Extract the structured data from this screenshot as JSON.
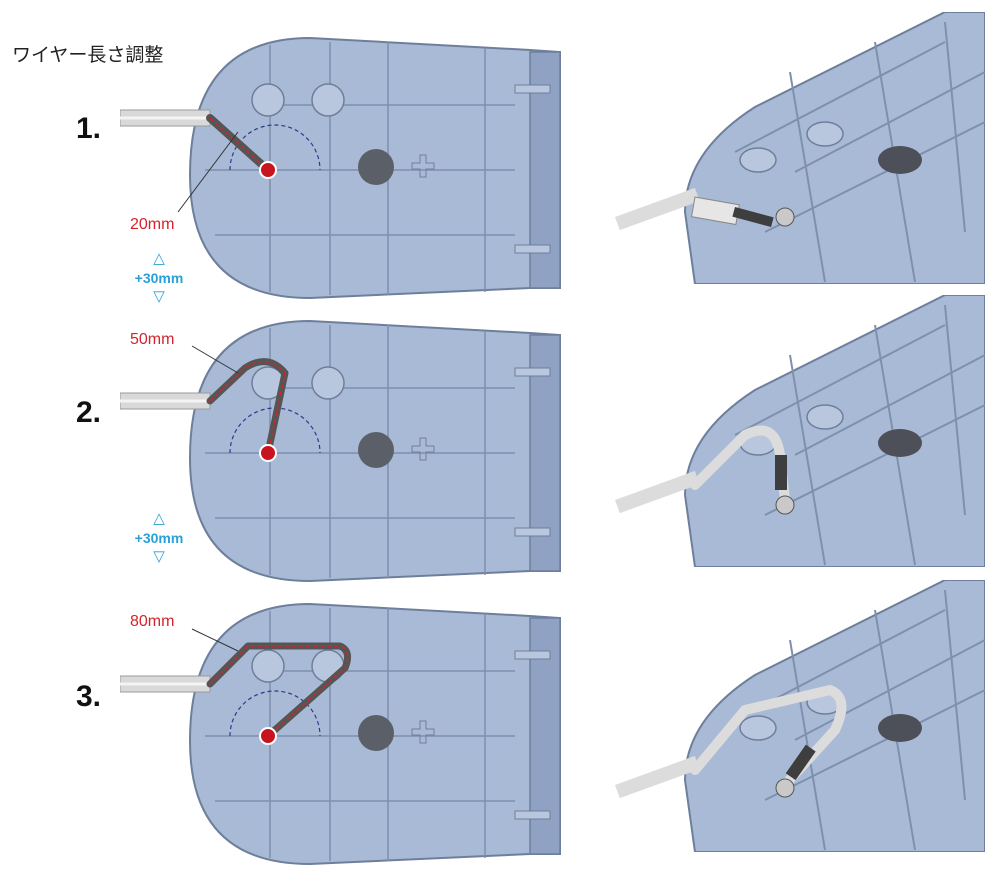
{
  "title": "ワイヤー長さ調整",
  "steps": [
    {
      "number": "1.",
      "length_label": "20mm"
    },
    {
      "number": "2.",
      "length_label": "50mm"
    },
    {
      "number": "3.",
      "length_label": "80mm"
    }
  ],
  "increments": [
    {
      "up": "△",
      "value": "+30mm",
      "down": "▽"
    },
    {
      "up": "△",
      "value": "+30mm",
      "down": "▽"
    }
  ],
  "colors": {
    "housing": "#a9bad6",
    "housing_edge": "#6e7f9c",
    "wire_guide": "#d3242e",
    "pivot_arc": "#2b3a8f",
    "increment": "#2aa0d8"
  }
}
